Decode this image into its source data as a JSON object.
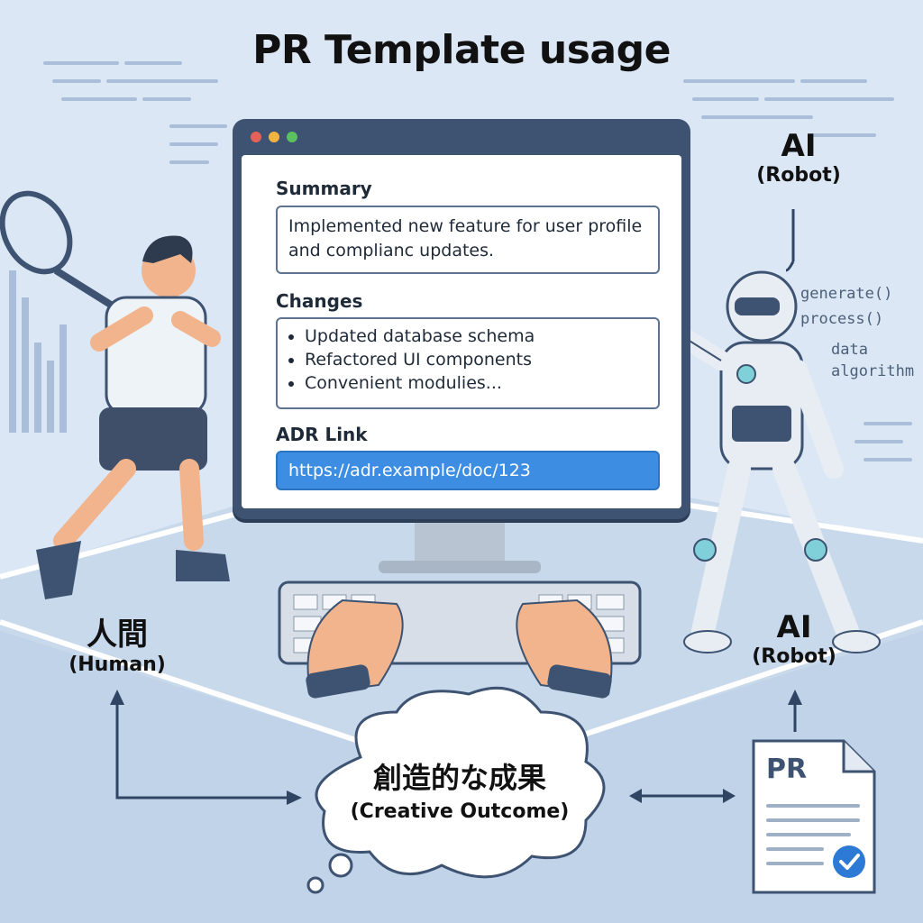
{
  "title": "PR Template usage",
  "form": {
    "summary_label": "Summary",
    "summary_text": "Implemented new feature for user profile and complianc updates.",
    "changes_label": "Changes",
    "changes_items": [
      "Updated database schema",
      "Refactored UI components",
      "Convenient modulies..."
    ],
    "adr_label": "ADR Link",
    "adr_value": "https://adr.example/doc/123"
  },
  "labels": {
    "ai_top": "AI",
    "ai_top_sub": "(Robot)",
    "human": "人間",
    "human_sub": "(Human)",
    "ai_bottom": "AI",
    "ai_bottom_sub": "(Robot)",
    "outcome": "創造的な成果",
    "outcome_sub": "(Creative Outcome)",
    "pr_doc": "PR"
  },
  "code_words": [
    "generate()",
    "process()",
    "data",
    "algorithm"
  ],
  "icons": [
    "tennis-racket-icon",
    "mouse-cursor-icon",
    "checkmark-icon",
    "keyboard-icon"
  ],
  "colors": {
    "background": "#dbe7f4",
    "monitor": "#3d5371",
    "link_highlight": "#3d8ee3",
    "check": "#2c7ad6"
  }
}
